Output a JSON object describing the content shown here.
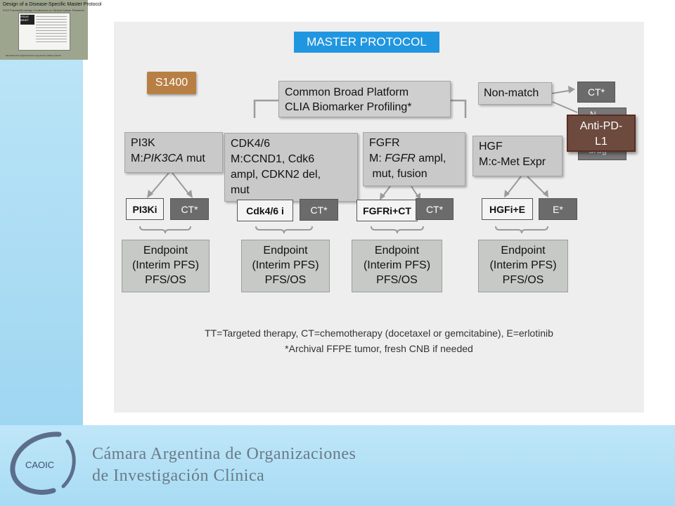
{
  "thumbnail": {
    "title": "Design of a Disease-Specific Master Protocol",
    "subtitle": "2012 Friends/Brookings Conference on Clinical Cancer Research",
    "badge": "ISSUE BRIEF",
    "url": "http://www.focr.org/conference-lung-cancer-master-protocol"
  },
  "slide": {
    "header": "MASTER PROTOCOL",
    "study_id": "S1400",
    "platform": {
      "line1": "Common  Broad Platform",
      "line2": "CLIA Biomarker Profiling*"
    },
    "non_match": "Non-match",
    "non_match_arm": "CT*",
    "hidden_box": {
      "top": "N",
      "bottom": "drug"
    },
    "anti_pd": {
      "line1": "Anti-PD-",
      "line2": "L1"
    },
    "biomarkers": [
      {
        "line1": "PI3K",
        "line2_prefix": "M:",
        "line2_italic": "PIK3CA",
        "line2_suffix": " mut"
      },
      {
        "line1": "CDK4/6",
        "line2": "M:CCND1, Cdk6",
        "line3": "ampl, CDKN2 del,",
        "line4": "mut"
      },
      {
        "line1": "FGFR",
        "line2_prefix": "M: ",
        "line2_italic": "FGFR",
        "line2_suffix": " ampl,",
        "line3": " mut, fusion"
      },
      {
        "line1": "HGF",
        "line2": "M:c-Met Expr"
      }
    ],
    "arms": [
      {
        "tt": "PI3Ki",
        "ct": "CT*"
      },
      {
        "tt": "Cdk4/6 i",
        "ct": "CT*"
      },
      {
        "tt": "FGFRi+CT",
        "ct": "CT*"
      },
      {
        "tt": "HGFi+E",
        "ct": "E*"
      }
    ],
    "endpoint": {
      "line1": "Endpoint",
      "line2": "(Interim PFS)",
      "line3": "PFS/OS"
    },
    "footnote1": "TT=Targeted therapy, CT=chemotherapy (docetaxel or gemcitabine), E=erlotinib",
    "footnote2": "*Archival FFPE tumor, fresh CNB if needed"
  },
  "org": {
    "logo_text": "CAOIC",
    "line1": "Cámara Argentina de Organizaciones",
    "line2": "de Investigación Clínica"
  }
}
